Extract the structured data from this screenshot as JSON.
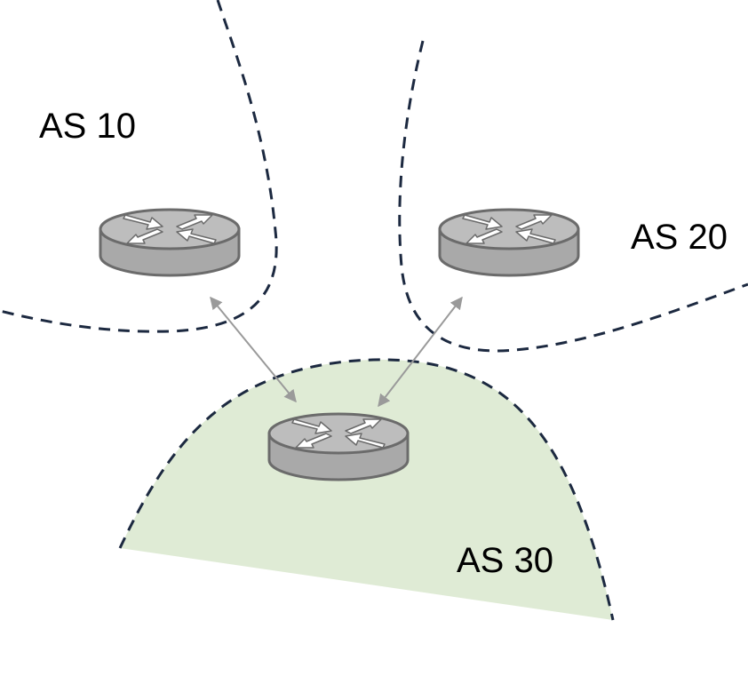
{
  "as_regions": [
    {
      "id": "as10",
      "label": "AS 10"
    },
    {
      "id": "as20",
      "label": "AS 20"
    },
    {
      "id": "as30",
      "label": "AS 30",
      "fill": "#dfebd5"
    }
  ],
  "routers": [
    {
      "id": "router-as10",
      "as": "AS 10",
      "icon": "router-icon"
    },
    {
      "id": "router-as20",
      "as": "AS 20",
      "icon": "router-icon"
    },
    {
      "id": "router-as30",
      "as": "AS 30",
      "icon": "router-icon"
    }
  ],
  "links": [
    {
      "from": "router-as30",
      "to": "router-as10",
      "style": "bidirectional-arrow"
    },
    {
      "from": "router-as30",
      "to": "router-as20",
      "style": "bidirectional-arrow"
    }
  ],
  "colors": {
    "boundary": "#1c2940",
    "as30_fill": "#dfebd5",
    "router_body": "#a8a8a8",
    "router_top": "#b8b8b8",
    "link": "#9a9a9a"
  }
}
